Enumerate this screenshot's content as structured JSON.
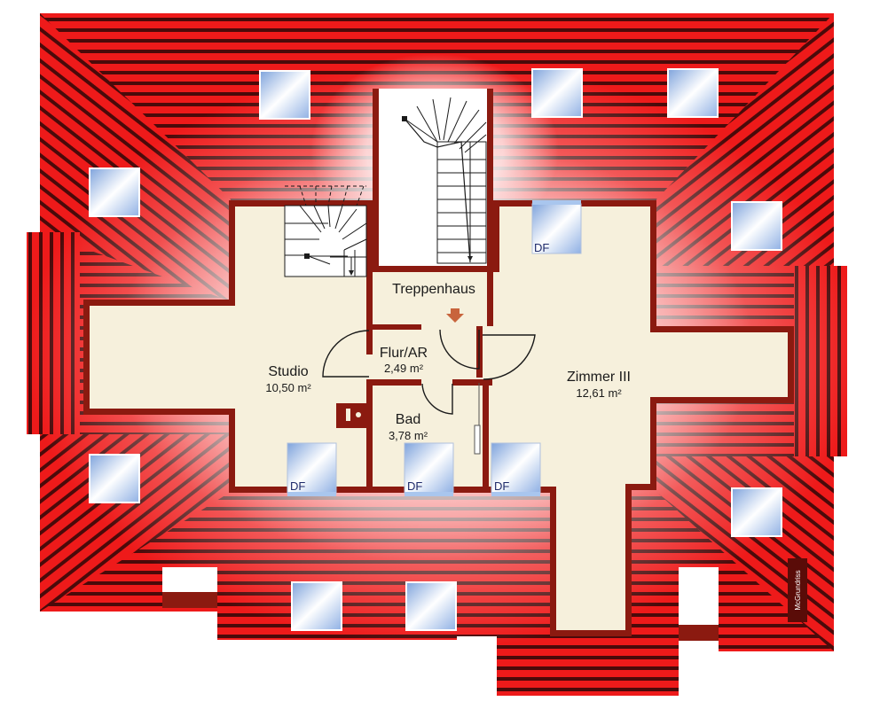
{
  "rooms": {
    "treppenhaus": {
      "name": "Treppenhaus"
    },
    "flur": {
      "name": "Flur/AR",
      "area": "2,49 m²"
    },
    "studio": {
      "name": "Studio",
      "area": "10,50 m²"
    },
    "bad": {
      "name": "Bad",
      "area": "3,78 m²"
    },
    "zimmer3": {
      "name": "Zimmer III",
      "area": "12,61 m²"
    }
  },
  "skylight_label": "DF",
  "watermark": "McGrundriss",
  "colors": {
    "roof": "#ee1a1a",
    "roof_stripe": "#4a0a0a",
    "wall": "#8b1a10",
    "floor": "#f6f0dc",
    "glass": "#a9c6ee",
    "stair_arrow": "#c8643c"
  }
}
